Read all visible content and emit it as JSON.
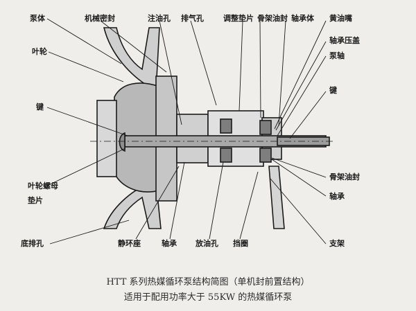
{
  "labels": {
    "pump_body": "泵体",
    "mech_seal": "机械密封",
    "oil_fill_hole": "注油孔",
    "vent_hole": "排气孔",
    "adjust_shim": "调整垫片",
    "skeleton_oil_seal_top": "骨架油封",
    "bearing_body": "轴承体",
    "grease_nipple": "黄油嘴",
    "bearing_cover": "轴承压盖",
    "impeller": "叶轮",
    "pump_shaft": "泵轴",
    "key_left": "键",
    "key_right": "键",
    "impeller_nut": "叶轮螺母",
    "gasket": "垫片",
    "skeleton_oil_seal_bottom": "骨架油封",
    "bearing_right": "轴承",
    "bottom_drain": "底排孔",
    "static_ring_seat": "静环座",
    "bearing_bottom": "轴承",
    "oil_drain_hole": "放油孔",
    "retaining_ring": "挡圈",
    "support": "支架"
  },
  "caption": {
    "line1": "HTT 系列热媒循环泵结构简图（单机封前置结构）",
    "line2": "适用于配用功率大于 55KW 的热媒循环泵"
  }
}
